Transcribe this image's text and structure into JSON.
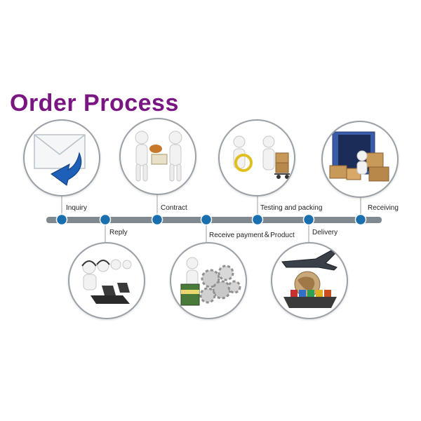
{
  "title": "Order Process",
  "colors": {
    "title": "#7a1682",
    "node": "#1a6fae",
    "track": "#808890"
  },
  "steps": [
    {
      "label": "Inquiry",
      "icon": "envelope-icon"
    },
    {
      "label": "Reply",
      "icon": "customer-service-icon"
    },
    {
      "label": "Contract",
      "icon": "handshake-icon"
    },
    {
      "label": "Receive payment＆Product",
      "icon": "money-gears-icon"
    },
    {
      "label": "Testing and packing",
      "icon": "magnifier-boxes-icon"
    },
    {
      "label": "Delivery",
      "icon": "airplane-globe-ship-icon"
    },
    {
      "label": "Receiving",
      "icon": "container-boxes-icon"
    }
  ]
}
